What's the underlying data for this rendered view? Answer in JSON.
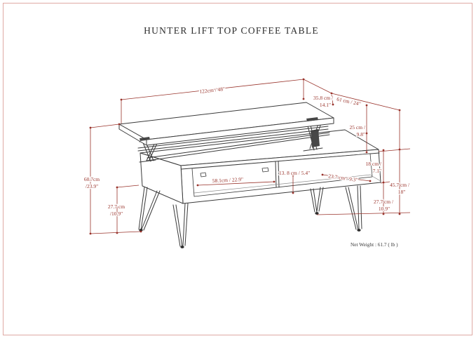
{
  "title": "HUNTER LIFT TOP COFFEE TABLE",
  "net_weight": "Net Weight : 61.7 ( lb )",
  "dims": {
    "top_width": "122cm / 48\"",
    "top_depth": {
      "l1": "35.8 cm /",
      "l2": "14.1\""
    },
    "total_depth": "61 cm / 24\"",
    "lift_height": {
      "l1": "25 cm /",
      "l2": "9.8\""
    },
    "apron_height": {
      "l1": "18 cm /",
      "l2": "7.1\""
    },
    "table_height": {
      "l1": "45.7 cm /",
      "l2": "18\""
    },
    "leg_height_right": {
      "l1": "27.7 cm /",
      "l2": "10.9\""
    },
    "overall_height": {
      "l1": "60.7cm",
      "l2": "/23.9\""
    },
    "leg_height_left": {
      "l1": "27.7 cm",
      "l2": "/10.9\""
    },
    "shelf_width": "58.1cm / 22.9\"",
    "shelf_opening_height": "13. 8 cm / 5.4\"",
    "shelf_depth": "23.7 cm / 9.3\""
  },
  "colors": {
    "dimension": "#99332b",
    "drawing": "#3a3a3a",
    "border": "#dfaaa4",
    "title": "#2e2e2e"
  }
}
